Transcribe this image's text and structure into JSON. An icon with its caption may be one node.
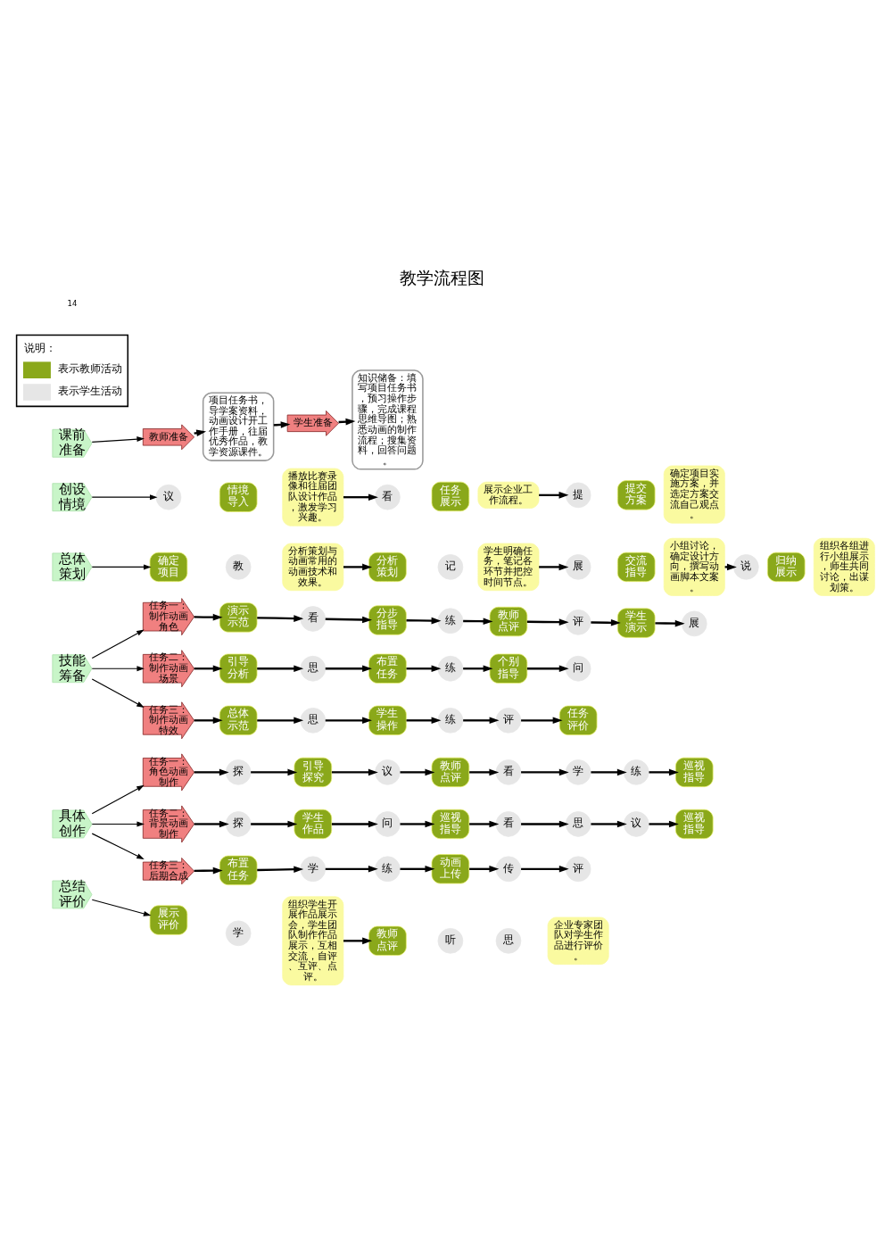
{
  "diagram": {
    "title": "教学流程图",
    "nodes": [
      {
        "text": [
          "课前准备"
        ]
      },
      {
        "text": [
          "教师准备"
        ]
      },
      {
        "text": [
          "项目任务书，导学案资料，动画设计开工作手册，往届优秀作品，教学资源课件。"
        ]
      },
      {
        "text": [
          "学生准备"
        ]
      },
      {
        "text": [
          "知识储备：填写项目任务书，预习操作步骤，完成课程思维导图；熟悉动画的制作流程；搜集资料，回答问题。"
        ]
      },
      {
        "text": [
          "创设情境"
        ]
      },
      {
        "text": [
          "议"
        ]
      },
      {
        "text": [
          "情境导入"
        ]
      },
      {
        "text": [
          "播放比赛录像和往届团队设计作品，激发学习兴趣。"
        ]
      },
      {
        "text": [
          "看"
        ]
      },
      {
        "text": [
          "任务展示"
        ]
      },
      {
        "text": [
          "展示企业工作流程。"
        ]
      },
      {
        "text": [
          "提"
        ]
      },
      {
        "text": [
          "提交方案"
        ]
      },
      {
        "text": [
          "确定项目实施方案，并选定方案交流自己观点。"
        ]
      },
      {
        "text": [
          "总体策划"
        ]
      },
      {
        "text": [
          "确定项目"
        ]
      },
      {
        "text": [
          "教"
        ]
      },
      {
        "text": [
          "分析策划与动画常用的动画技术和效果。"
        ]
      },
      {
        "text": [
          "分析策划"
        ]
      },
      {
        "text": [
          "记"
        ]
      },
      {
        "text": [
          "学生明确任务，笔记各环节并把控时间节点。"
        ]
      },
      {
        "text": [
          "展"
        ]
      },
      {
        "text": [
          "交流指导"
        ]
      },
      {
        "text": [
          "小组讨论，确定设计方向，撰写动画脚本文案。"
        ]
      },
      {
        "text": [
          "说"
        ]
      },
      {
        "text": [
          "归纳展示"
        ]
      },
      {
        "text": [
          "组织各组进行小组展示，师生共同讨论，出谋划策。"
        ]
      },
      {
        "text": [
          "技能筹备"
        ]
      },
      {
        "text": [
          "任务一：制作动画角色"
        ]
      },
      {
        "text": [
          "演示示范"
        ]
      },
      {
        "text": [
          "看"
        ]
      },
      {
        "text": [
          "分步指导"
        ]
      },
      {
        "text": [
          "练"
        ]
      },
      {
        "text": [
          "教师点评"
        ]
      },
      {
        "text": [
          "评"
        ]
      },
      {
        "text": [
          "学生演示"
        ]
      },
      {
        "text": [
          "展"
        ]
      },
      {
        "text": [
          "任务二：制作动画场景"
        ]
      },
      {
        "text": [
          "引导分析"
        ]
      },
      {
        "text": [
          "思"
        ]
      },
      {
        "text": [
          "布置任务"
        ]
      },
      {
        "text": [
          "练"
        ]
      },
      {
        "text": [
          "个别指导"
        ]
      },
      {
        "text": [
          "问"
        ]
      },
      {
        "text": [
          "任务三：制作动画特效"
        ]
      },
      {
        "text": [
          "总体示范"
        ]
      },
      {
        "text": [
          "思"
        ]
      },
      {
        "text": [
          "学生操作"
        ]
      },
      {
        "text": [
          "练"
        ]
      },
      {
        "text": [
          "评"
        ]
      },
      {
        "text": [
          "任务评价"
        ]
      },
      {
        "text": [
          "具体创作"
        ]
      },
      {
        "text": [
          "任务一：角色动画制作"
        ]
      },
      {
        "text": [
          "探"
        ]
      },
      {
        "text": [
          "引导探究"
        ]
      },
      {
        "text": [
          "议"
        ]
      },
      {
        "text": [
          "教师点评"
        ]
      },
      {
        "text": [
          "看"
        ]
      },
      {
        "text": [
          "学"
        ]
      },
      {
        "text": [
          "练"
        ]
      },
      {
        "text": [
          "巡视指导"
        ]
      },
      {
        "text": [
          "任务二：背景动画制作"
        ]
      },
      {
        "text": [
          "探"
        ]
      },
      {
        "text": [
          "学生作品"
        ]
      },
      {
        "text": [
          "问"
        ]
      },
      {
        "text": [
          "巡视指导"
        ]
      },
      {
        "text": [
          "看"
        ]
      },
      {
        "text": [
          "思"
        ]
      },
      {
        "text": [
          "议"
        ]
      },
      {
        "text": [
          "巡视指导"
        ]
      },
      {
        "text": [
          "任务三：后期合成"
        ]
      },
      {
        "text": [
          "布置任务"
        ]
      },
      {
        "text": [
          "学"
        ]
      },
      {
        "text": [
          "练"
        ]
      },
      {
        "text": [
          "动画上传"
        ]
      },
      {
        "text": [
          "传"
        ]
      },
      {
        "text": [
          "评"
        ]
      },
      {
        "text": [
          "总结评价"
        ]
      },
      {
        "text": [
          "展示评价"
        ]
      },
      {
        "text": [
          "学"
        ]
      },
      {
        "text": [
          "组织学生开展作品展示会，学生团队制作作品展示，互相交流，自评、互评、点评。"
        ]
      },
      {
        "text": [
          "教师点评"
        ]
      },
      {
        "text": [
          "听"
        ]
      },
      {
        "text": [
          "思"
        ]
      },
      {
        "text": [
          "企业专家团队对学生作品进行评价。"
        ]
      }
    ],
    "edges": [
      {
        "from": 0,
        "to": 1,
        "arrow": "to"
      },
      {
        "from": 1,
        "to": 2,
        "arrow": "to"
      },
      {
        "from": 2,
        "to": 3,
        "arrow": "to"
      },
      {
        "from": 3,
        "to": 4,
        "arrow": "to"
      },
      {
        "from": 5,
        "to": 6,
        "arrow": "to"
      },
      {
        "from": 8,
        "to": 9,
        "arrow": "to"
      },
      {
        "from": 11,
        "to": 12,
        "arrow": "to"
      },
      {
        "from": 15,
        "to": 16,
        "arrow": "to"
      },
      {
        "from": 18,
        "to": 19,
        "arrow": "to"
      },
      {
        "from": 21,
        "to": 22,
        "arrow": "to"
      },
      {
        "from": 24,
        "to": 25,
        "arrow": "to"
      },
      {
        "from": 28,
        "to": 29,
        "arrow": "to"
      },
      {
        "from": 28,
        "to": 38,
        "arrow": "to"
      },
      {
        "from": 28,
        "to": 45,
        "arrow": "to"
      },
      {
        "from": 29,
        "to": 30,
        "arrow": "to"
      },
      {
        "from": 30,
        "to": 31,
        "arrow": "to"
      },
      {
        "from": 31,
        "to": 32,
        "arrow": "to"
      },
      {
        "from": 32,
        "to": 33,
        "arrow": "to"
      },
      {
        "from": 33,
        "to": 34,
        "arrow": "to"
      },
      {
        "from": 34,
        "to": 35,
        "arrow": "to"
      },
      {
        "from": 35,
        "to": 36,
        "arrow": "to"
      },
      {
        "from": 36,
        "to": 37,
        "arrow": "to"
      },
      {
        "from": 38,
        "to": 39,
        "arrow": "to"
      },
      {
        "from": 39,
        "to": 40,
        "arrow": "to"
      },
      {
        "from": 40,
        "to": 41,
        "arrow": "to"
      },
      {
        "from": 41,
        "to": 42,
        "arrow": "to"
      },
      {
        "from": 42,
        "to": 43,
        "arrow": "to"
      },
      {
        "from": 43,
        "to": 44,
        "arrow": "to"
      },
      {
        "from": 45,
        "to": 46,
        "arrow": "to"
      },
      {
        "from": 46,
        "to": 47,
        "arrow": "to"
      },
      {
        "from": 47,
        "to": 48,
        "arrow": "to"
      },
      {
        "from": 48,
        "to": 49,
        "arrow": "to"
      },
      {
        "from": 49,
        "to": 50,
        "arrow": "to"
      },
      {
        "from": 50,
        "to": 51,
        "arrow": "to"
      },
      {
        "from": 52,
        "to": 53,
        "arrow": "to"
      },
      {
        "from": 52,
        "to": 62,
        "arrow": "to"
      },
      {
        "from": 52,
        "to": 71,
        "arrow": "to"
      },
      {
        "from": 53,
        "to": 54,
        "arrow": "to"
      },
      {
        "from": 54,
        "to": 55,
        "arrow": "to"
      },
      {
        "from": 55,
        "to": 56,
        "arrow": "to"
      },
      {
        "from": 56,
        "to": 57,
        "arrow": "to"
      },
      {
        "from": 57,
        "to": 58,
        "arrow": "to"
      },
      {
        "from": 58,
        "to": 59,
        "arrow": "to"
      },
      {
        "from": 59,
        "to": 60,
        "arrow": "to"
      },
      {
        "from": 60,
        "to": 61,
        "arrow": "to"
      },
      {
        "from": 62,
        "to": 63,
        "arrow": "to"
      },
      {
        "from": 63,
        "to": 64,
        "arrow": "to"
      },
      {
        "from": 64,
        "to": 65,
        "arrow": "to"
      },
      {
        "from": 65,
        "to": 66,
        "arrow": "to"
      },
      {
        "from": 66,
        "to": 67,
        "arrow": "to"
      },
      {
        "from": 67,
        "to": 68,
        "arrow": "to"
      },
      {
        "from": 68,
        "to": 69,
        "arrow": "to"
      },
      {
        "from": 69,
        "to": 70,
        "arrow": "to"
      },
      {
        "from": 71,
        "to": 72,
        "arrow": "to"
      },
      {
        "from": 72,
        "to": 73,
        "arrow": "to"
      },
      {
        "from": 73,
        "to": 74,
        "arrow": "to"
      },
      {
        "from": 74,
        "to": 75,
        "arrow": "to"
      },
      {
        "from": 75,
        "to": 76,
        "arrow": "to"
      },
      {
        "from": 76,
        "to": 77,
        "arrow": "to"
      },
      {
        "from": 78,
        "to": 79,
        "arrow": "to"
      },
      {
        "from": 81,
        "to": 82,
        "arrow": "to"
      }
    ],
    "labels": [
      "说明：",
      "14"
    ],
    "legend": [
      {
        "text": "表示教师活动",
        "color": "#8aa81a"
      },
      {
        "text": "表示学生活动",
        "color": "#e6e6e6"
      }
    ]
  }
}
